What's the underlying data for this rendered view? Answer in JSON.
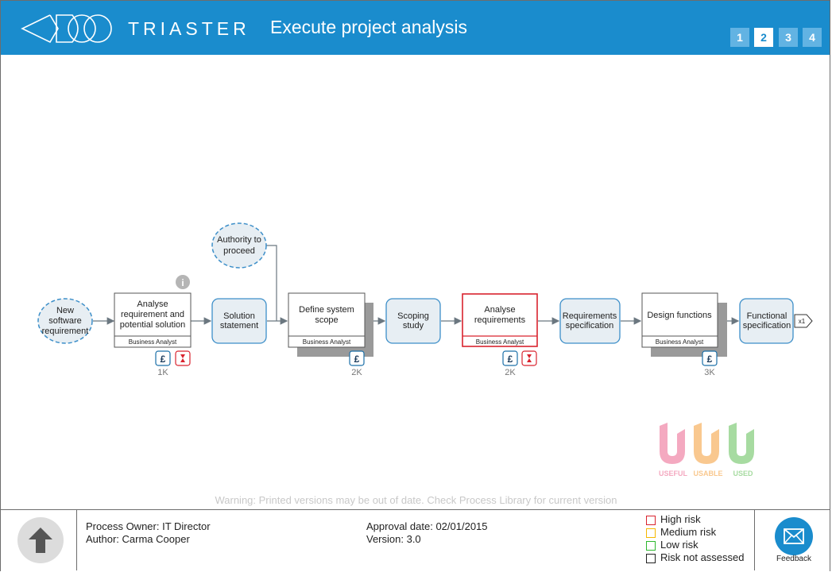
{
  "header": {
    "brand": "TRIASTER",
    "title": "Execute project analysis",
    "pages": [
      "1",
      "2",
      "3",
      "4"
    ],
    "active_page": "2"
  },
  "diagram": {
    "events": {
      "new_requirement": [
        "New",
        "software",
        "requirement"
      ],
      "authority": [
        "Authority to",
        "proceed"
      ]
    },
    "activities": {
      "analyse_requirement": {
        "lines": [
          "Analyse",
          "requirement and",
          "potential solution"
        ],
        "role": "Business Analyst",
        "cost": "1K"
      },
      "define_scope": {
        "lines": [
          "Define system",
          "scope"
        ],
        "role": "Business Analyst",
        "cost": "2K"
      },
      "analyse_requirements": {
        "lines": [
          "Analyse",
          "requirements"
        ],
        "role": "Business Analyst",
        "cost": "2K"
      },
      "design_functions": {
        "lines": [
          "Design functions"
        ],
        "role": "Business Analyst",
        "cost": "3K"
      }
    },
    "outputs": {
      "solution_statement": [
        "Solution",
        "statement"
      ],
      "scoping_study": [
        "Scoping",
        "study"
      ],
      "requirements_spec": [
        "Requirements",
        "specification"
      ],
      "functional_spec": [
        "Functional",
        "specification"
      ]
    },
    "continuation": "x1",
    "currency_symbol": "£",
    "info_symbol": "i"
  },
  "badges": {
    "useful": "USEFUL",
    "usable": "USABLE",
    "used": "USED"
  },
  "warning": "Warning: Printed versions may be out of date. Check Process Library for current version",
  "footer": {
    "process_owner": "Process Owner: IT Director",
    "author": "Author: Carma Cooper",
    "approval_date": "Approval date: 02/01/2015",
    "version": "Version: 3.0",
    "feedback_label": "Feedback"
  },
  "risk_legend": [
    {
      "label": "High risk",
      "color": "#d9232e"
    },
    {
      "label": "Medium risk",
      "color": "#f5b800"
    },
    {
      "label": "Low risk",
      "color": "#2eb82e"
    },
    {
      "label": "Risk not assessed",
      "color": "#222222"
    }
  ],
  "colors": {
    "header": "#1a8ccd",
    "output_fill": "#e7eef3",
    "output_stroke": "#3d8fc9",
    "high_risk": "#d9232e",
    "badge_useful": "#f4a9c0",
    "badge_usable": "#f9c88f",
    "badge_used": "#a7dba1"
  }
}
